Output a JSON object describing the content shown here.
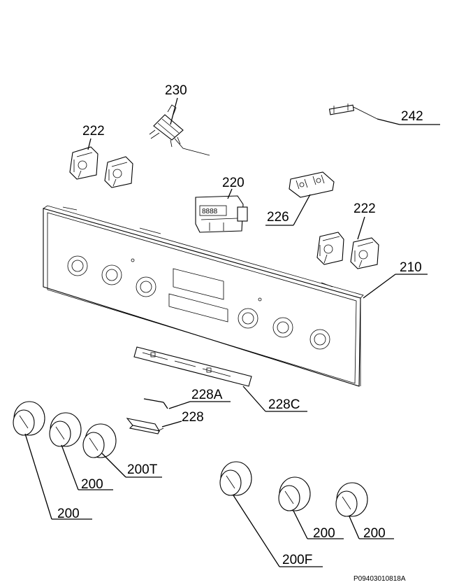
{
  "diagram": {
    "labels": {
      "p230": "230",
      "p242": "242",
      "p222a": "222",
      "p220": "220",
      "p226": "226",
      "p222b": "222",
      "p210": "210",
      "p228A": "228A",
      "p228C": "228C",
      "p228": "228",
      "p200T": "200T",
      "p200a": "200",
      "p200b": "200",
      "p200F": "200F",
      "p200c": "200",
      "p200d": "200"
    },
    "reference": "P09403010818A"
  }
}
